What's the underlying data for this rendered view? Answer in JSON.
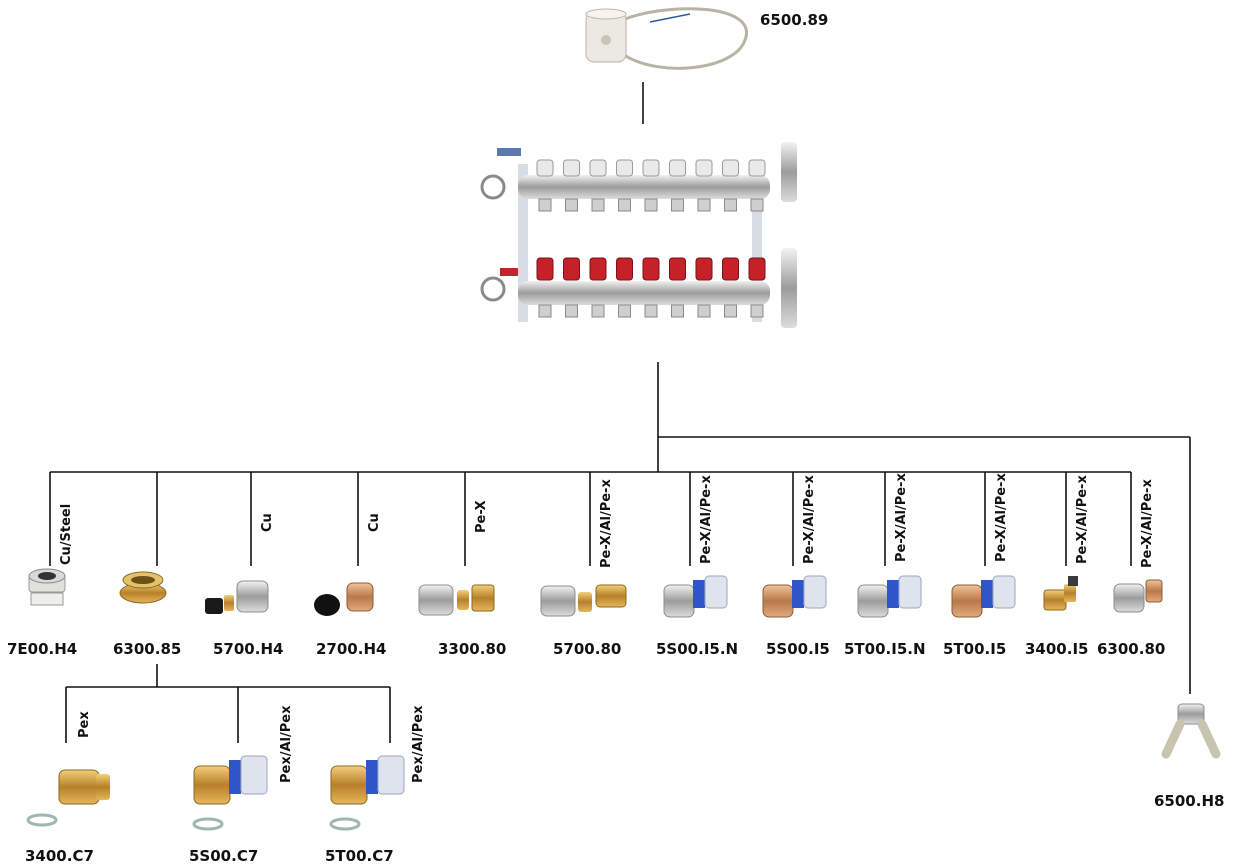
{
  "actuator": {
    "code": "6500.89",
    "icon": "actuator-icon"
  },
  "manifold": {
    "icon": "manifold-icon"
  },
  "fittings": [
    {
      "code": "7E00.H4",
      "material": "Cu/Steel",
      "icon": "compression-fitting-icon"
    },
    {
      "code": "6300.85",
      "material": "",
      "icon": "adapter-ring-icon"
    },
    {
      "code": "5700.H4",
      "material": "Cu",
      "icon": "compression-fitting-icon"
    },
    {
      "code": "2700.H4",
      "material": "Cu",
      "icon": "compression-fitting-icon"
    },
    {
      "code": "3300.80",
      "material": "Pe-X",
      "icon": "pex-fitting-icon"
    },
    {
      "code": "5700.80",
      "material": "Pe-X/Al/Pe-x",
      "icon": "multilayer-fitting-icon"
    },
    {
      "code": "5S00.I5.N",
      "material": "Pe-X/Al/Pe-x",
      "icon": "press-fitting-icon"
    },
    {
      "code": "5S00.I5",
      "material": "Pe-X/Al/Pe-x",
      "icon": "press-fitting-icon"
    },
    {
      "code": "5T00.I5.N",
      "material": "Pe-X/Al/Pe-x",
      "icon": "press-fitting-icon"
    },
    {
      "code": "5T00.I5",
      "material": "Pe-X/Al/Pe-x",
      "icon": "press-fitting-icon"
    },
    {
      "code": "3400.I5",
      "material": "Pe-X/Al/Pe-x",
      "icon": "brass-fitting-icon"
    },
    {
      "code": "6300.80",
      "material": "Pe-X/Al/Pe-x",
      "icon": "adapter-fitting-icon"
    }
  ],
  "sub_fittings": [
    {
      "code": "3400.C7",
      "material": "Pex",
      "icon": "brass-fitting-icon"
    },
    {
      "code": "5S00.C7",
      "material": "Pex/Al/Pex",
      "icon": "press-fitting-icon"
    },
    {
      "code": "5T00.C7",
      "material": "Pex/Al/Pex",
      "icon": "press-fitting-icon"
    }
  ],
  "side_item": {
    "code": "6500.H8",
    "icon": "y-connector-icon"
  }
}
